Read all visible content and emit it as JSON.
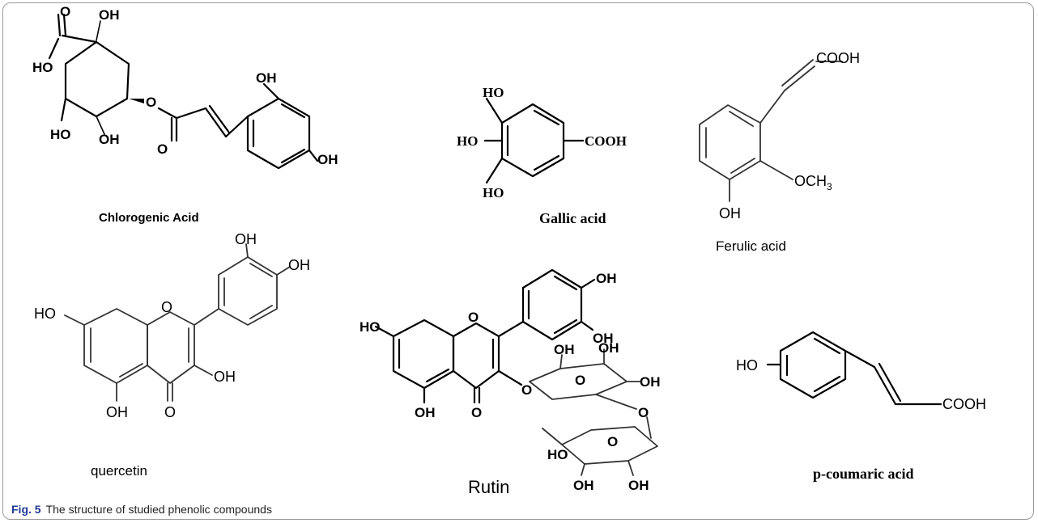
{
  "figure": {
    "caption_label": "Fig. 5",
    "caption_text": "The structure of studied phenolic compounds"
  },
  "compounds": [
    {
      "id": "chlorogenic",
      "name": "Chlorogenic Acid"
    },
    {
      "id": "gallic",
      "name": "Gallic acid"
    },
    {
      "id": "ferulic",
      "name": "Ferulic acid"
    },
    {
      "id": "quercetin",
      "name": "quercetin"
    },
    {
      "id": "rutin",
      "name": "Rutin"
    },
    {
      "id": "pcoumaric",
      "name": "p-coumaric acid"
    }
  ],
  "atoms": {
    "OH": "OH",
    "HO": "HO",
    "O": "O",
    "COOH": "COOH",
    "OCH": "OCH",
    "sub3": "3"
  }
}
